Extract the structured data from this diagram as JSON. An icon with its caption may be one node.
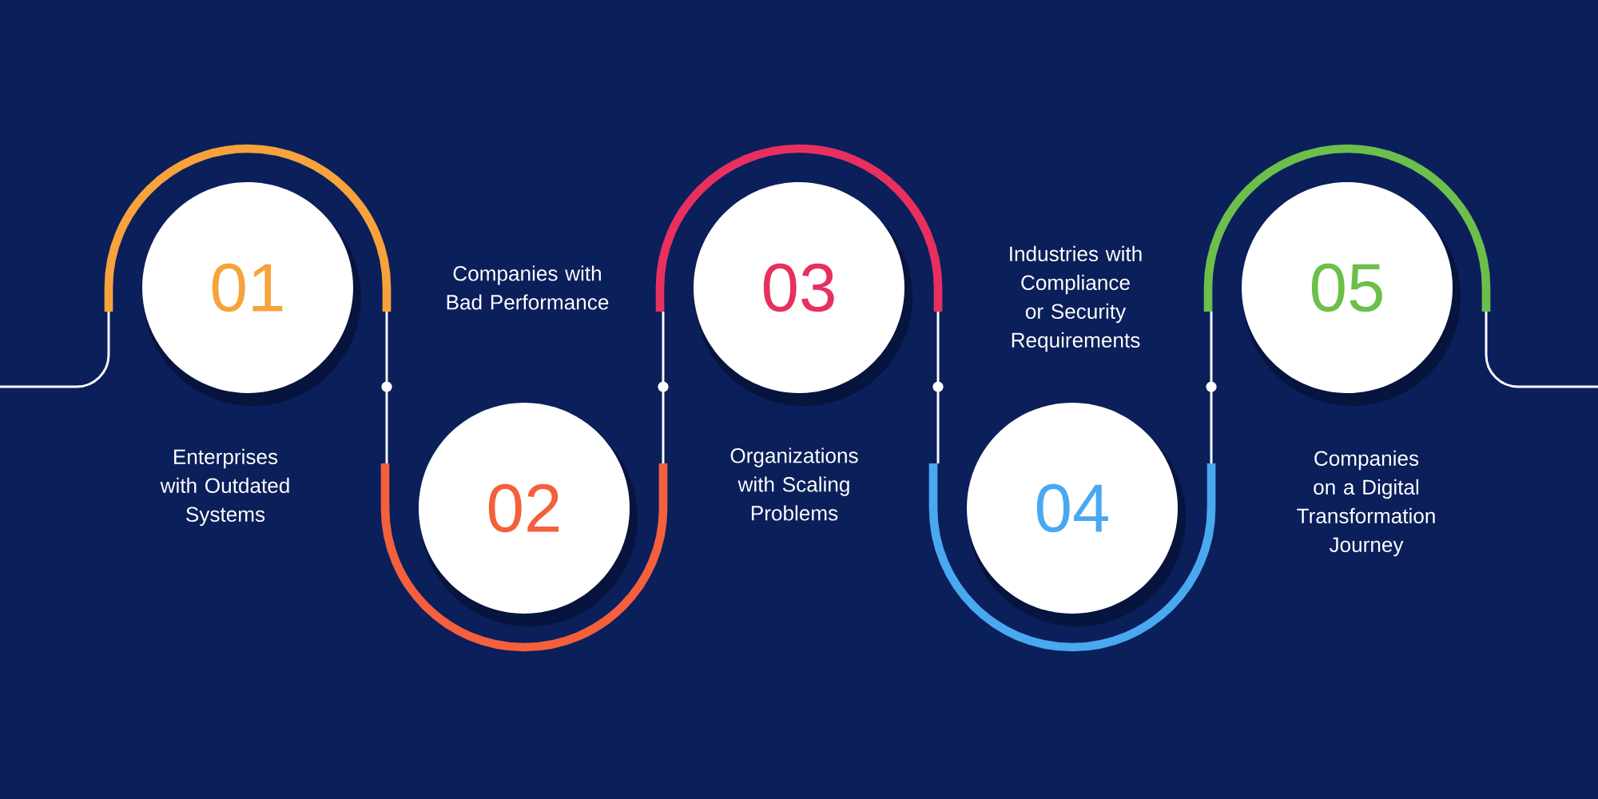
{
  "diagram": {
    "nodes": [
      {
        "text": [
          "01"
        ]
      },
      {
        "text": [
          "02"
        ]
      },
      {
        "text": [
          "03"
        ]
      },
      {
        "text": [
          "04"
        ]
      },
      {
        "text": [
          "05"
        ]
      }
    ],
    "labels": [
      "Enterprises with Outdated Systems",
      "Companies with Bad Performance",
      "Organizations with Scaling Problems",
      "Industries with Compliance or Security Requirements",
      "Companies on a Digital Transformation Journey"
    ]
  }
}
